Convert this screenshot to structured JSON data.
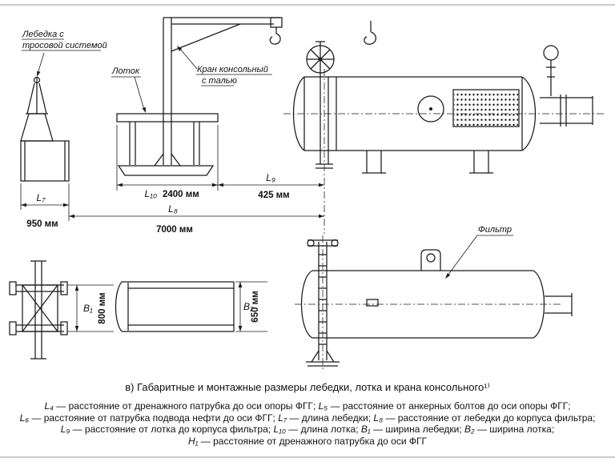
{
  "colors": {
    "ink": "#1a1a1a",
    "paper": "#ffffff"
  },
  "drawing": {
    "labels": {
      "winch1": "Лебедка с",
      "winch2": "тросовой системой",
      "tray": "Лоток",
      "crane1": "Кран консольный",
      "crane2": "с талью",
      "filter": "Фильтр"
    },
    "dims": {
      "L7": {
        "sym": "L₇",
        "val": "950 мм"
      },
      "L8": {
        "sym": "L₈",
        "val": "7000 мм"
      },
      "L9": {
        "sym": "L₉",
        "val": "425 мм"
      },
      "L10": {
        "sym": "L₁₀",
        "val": "2400 мм"
      },
      "B1": {
        "sym": "B₁",
        "val": "800 мм"
      },
      "B2": {
        "sym": "B₂",
        "val": "650 мм"
      }
    }
  },
  "caption": "в) Габаритные и монтажные размеры лебедки, лотка и крана консольного¹⁾",
  "legend": {
    "lines": [
      {
        "items": [
          {
            "t": "L₄",
            "d": " — расстояние от дренажного патрубка до оси опоры ФГГ; "
          },
          {
            "t": "L₅",
            "d": " — расстояние от анкерных болтов до оси опоры ФГГ;"
          }
        ]
      },
      {
        "items": [
          {
            "t": "L₆",
            "d": " — расстояние от патрубка подвода нефти до оси ФГГ; "
          },
          {
            "t": "L₇",
            "d": " — длина лебедки; "
          },
          {
            "t": "L₈",
            "d": " — расстояние от лебедки до корпуса фильтра;"
          }
        ]
      },
      {
        "items": [
          {
            "t": "L₉",
            "d": " — расстояние от лотка до корпуса фильтра; "
          },
          {
            "t": "L₁₀",
            "d": " — длина лотка; "
          },
          {
            "t": "B₁",
            "d": " — ширина лебедки; "
          },
          {
            "t": "B₂",
            "d": " — ширина лотка;"
          }
        ]
      },
      {
        "items": [
          {
            "t": "H₁",
            "d": " — расстояние от дренажного патрубка до оси ФГГ"
          }
        ]
      }
    ]
  }
}
